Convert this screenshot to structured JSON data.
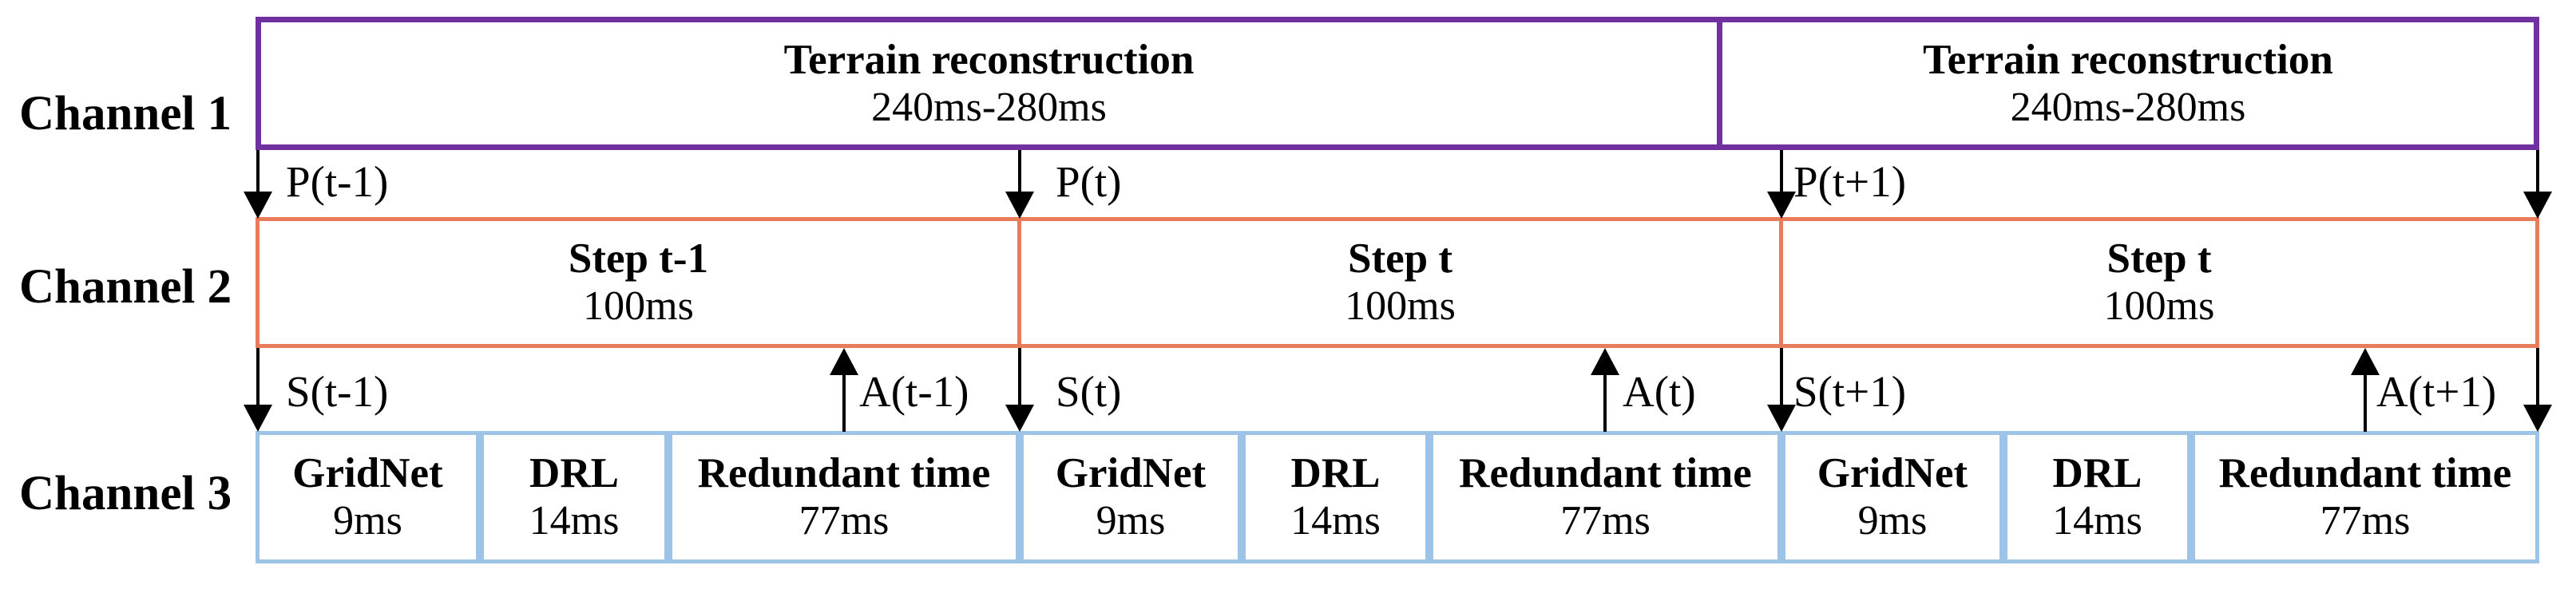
{
  "diagram": {
    "colors": {
      "channel1_border": "#7030A0",
      "channel2_border": "#E87B5A",
      "channel3_border": "#9DC3E6",
      "arrow": "#000000"
    },
    "channels": [
      {
        "label": "Channel 1"
      },
      {
        "label": "Channel 2"
      },
      {
        "label": "Channel 3"
      }
    ],
    "channel1_boxes": [
      {
        "title": "Terrain reconstruction",
        "duration": "240ms-280ms"
      },
      {
        "title": "Terrain reconstruction",
        "duration": "240ms-280ms"
      }
    ],
    "channel2_boxes": [
      {
        "title": "Step t-1",
        "duration": "100ms"
      },
      {
        "title": "Step t",
        "duration": "100ms"
      },
      {
        "title": "Step t",
        "duration": "100ms"
      }
    ],
    "channel3_groups": [
      {
        "cells": [
          {
            "title": "GridNet",
            "duration": "9ms"
          },
          {
            "title": "DRL",
            "duration": "14ms"
          },
          {
            "title": "Redundant time",
            "duration": "77ms"
          }
        ]
      },
      {
        "cells": [
          {
            "title": "GridNet",
            "duration": "9ms"
          },
          {
            "title": "DRL",
            "duration": "14ms"
          },
          {
            "title": "Redundant time",
            "duration": "77ms"
          }
        ]
      },
      {
        "cells": [
          {
            "title": "GridNet",
            "duration": "9ms"
          },
          {
            "title": "DRL",
            "duration": "14ms"
          },
          {
            "title": "Redundant time",
            "duration": "77ms"
          }
        ]
      }
    ],
    "signals": {
      "p": [
        "P(t-1)",
        "P(t)",
        "P(t+1)"
      ],
      "s": [
        "S(t-1)",
        "S(t)",
        "S(t+1)"
      ],
      "a": [
        "A(t-1)",
        "A(t)",
        "A(t+1)"
      ]
    }
  }
}
